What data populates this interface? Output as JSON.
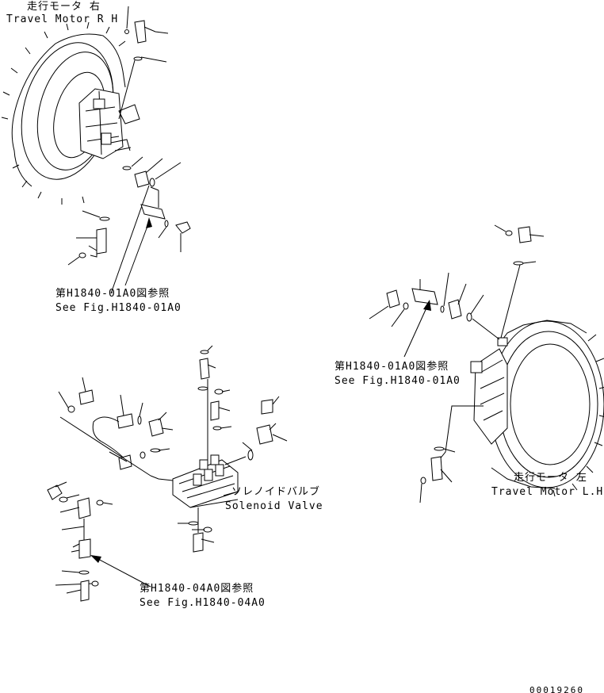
{
  "labels": {
    "travel_motor_rh_jp": "走行モータ 右",
    "travel_motor_rh_en": "Travel Motor R H",
    "ref_rh_jp": "第H1840-01A0図参照",
    "ref_rh_en": "See Fig.H1840-01A0",
    "ref_lh_jp": "第H1840-01A0図参照",
    "ref_lh_en": "See Fig.H1840-01A0",
    "solenoid_jp": "ソレノイドバルブ",
    "solenoid_en": "Solenoid Valve",
    "ref_sol_jp": "第H1840-04A0図参照",
    "ref_sol_en": "See Fig.H1840-04A0",
    "travel_motor_lh_jp": "走行モータ 左",
    "travel_motor_lh_en": "Travel Motor L.H.",
    "drawing_no": "00019260"
  }
}
